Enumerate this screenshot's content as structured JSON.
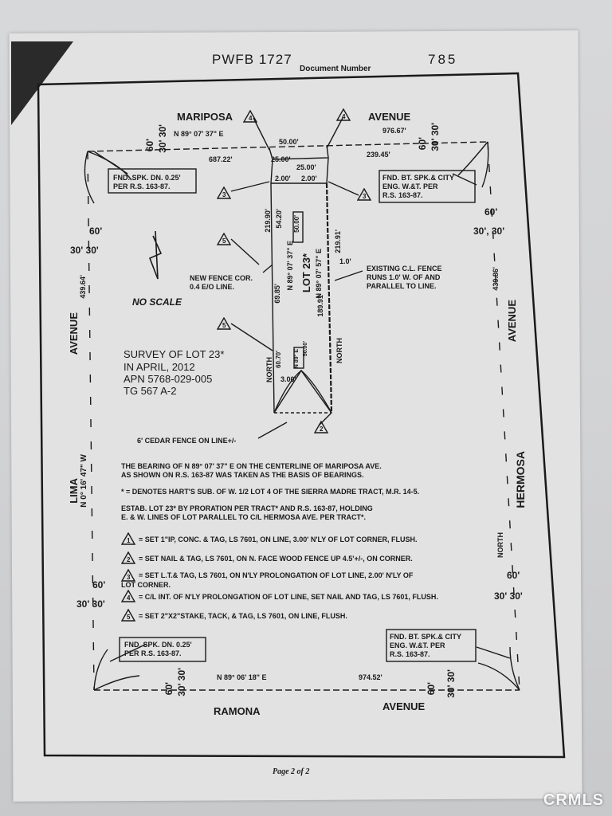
{
  "header": {
    "book": "PWFB 1727",
    "doc_label": "Document Number",
    "doc_number": "785"
  },
  "streets": {
    "top_left": "MARIPOSA",
    "top_right": "AVENUE",
    "left_top": "AVENUE",
    "left_bottom": "LIMA",
    "right_top": "AVENUE",
    "right_bottom": "HERMOSA",
    "bottom_left": "RAMONA",
    "bottom_right": "AVENUE"
  },
  "bearings": {
    "top": "N 89° 07' 37\" E",
    "left": "N 0° 16' 47\" W",
    "bottom": "N 89° 06' 18\" E",
    "lot_center": "N 89° 07' 37\" E",
    "lot_lower": "N 89° 07' 57\" E",
    "lot_box1": "N 89° E",
    "lot_box2": "N 89° 50.00'"
  },
  "distances": {
    "top_left": "687.22'",
    "top_right": "976.67'",
    "top_right2": "239.45'",
    "top_50a": "50.00'",
    "top_25a": "25.00'",
    "top_25b": "25.00'",
    "top_2a": "2.00'",
    "top_2b": "2.00'",
    "left_side": "439.64'",
    "right_side": "439.86'",
    "bottom": "974.52'",
    "lot_left_a": "219.90'",
    "lot_left_b": "54.20'",
    "lot_left_c": "69.85'",
    "lot_right_a": "219.91'",
    "lot_right_b": "189.91'",
    "lot_fence": "1.0'",
    "lot_box_50": "50.00'",
    "lot_3": "3.00'",
    "lot_607": "60.70'",
    "lot_5000": "50.00'"
  },
  "widths": {
    "w60": "60'",
    "w30": "30'",
    "w3030": "30', 30'",
    "w30_30": "30' 30'"
  },
  "monuments": {
    "top_left": [
      "FND. SPK. DN. 0.25'",
      "PER R.S. 163-87."
    ],
    "top_right": [
      "FND. BT. SPK.& CITY",
      "ENG. W.&T. PER",
      "R.S. 163-87."
    ],
    "bottom_left": [
      "FND. SPK. DN. 0.25'",
      "PER R.S. 163-87."
    ],
    "bottom_right": [
      "FND. BT. SPK.& CITY",
      "ENG. W.&T. PER",
      "R.S. 163-87."
    ]
  },
  "lot": {
    "label": "LOT 23*",
    "north_a": "NORTH",
    "north_b": "NORTH",
    "new_fence": [
      "NEW FENCE COR.",
      "0.4 E/O LINE."
    ],
    "existing_fence": [
      "EXISTING C.L. FENCE",
      "RUNS 1.0' W. OF AND",
      "PARALLEL TO LINE."
    ],
    "cedar_fence": "6' CEDAR FENCE ON LINE+/-"
  },
  "survey": {
    "line1": "SURVEY OF LOT 23*",
    "line2": "IN APRIL, 2012",
    "line3": "APN 5768-029-005",
    "line4": "TG 567 A-2"
  },
  "scale": "NO SCALE",
  "right_north": "NORTH",
  "notes": {
    "bearing1": "THE BEARING OF N 89° 07' 37\" E ON THE CENTERLINE OF MARIPOSA AVE.",
    "bearing2": "AS SHOWN ON R.S. 163-87 WAS TAKEN AS THE BASIS OF BEARINGS.",
    "harts": "* = DENOTES HART'S SUB. OF W. 1/2 LOT 4 OF THE SIERRA MADRE TRACT, M.R. 14-5.",
    "estab1": "ESTAB. LOT 23* BY PRORATION PER TRACT* AND R.S. 163-87, HOLDING",
    "estab2": "E. & W. LINES OF LOT PARALLEL TO C/L HERMOSA AVE. PER TRACT*."
  },
  "legend": [
    {
      "num": "1",
      "text": "= SET 1\"IP, CONC. & TAG, LS 7601, ON LINE, 3.00' N'LY OF LOT CORNER, FLUSH."
    },
    {
      "num": "2",
      "text": "= SET NAIL & TAG, LS 7601, ON N. FACE WOOD FENCE UP 4.5'+/-, ON CORNER."
    },
    {
      "num": "3",
      "text": "= SET L.T.& TAG, LS 7601, ON N'LY PROLONGATION OF LOT LINE, 2.00' N'LY OF",
      "text2": "LOT CORNER."
    },
    {
      "num": "4",
      "text": "= C/L INT. OF N'LY PROLONGATION OF LOT LINE, SET NAIL AND TAG, LS 7601, FLUSH."
    },
    {
      "num": "5",
      "text": "= SET 2\"X2\"STAKE, TACK, & TAG, LS 7601, ON LINE, FLUSH."
    }
  ],
  "footer": "Page 2 of 2",
  "watermark": "CRMLS"
}
